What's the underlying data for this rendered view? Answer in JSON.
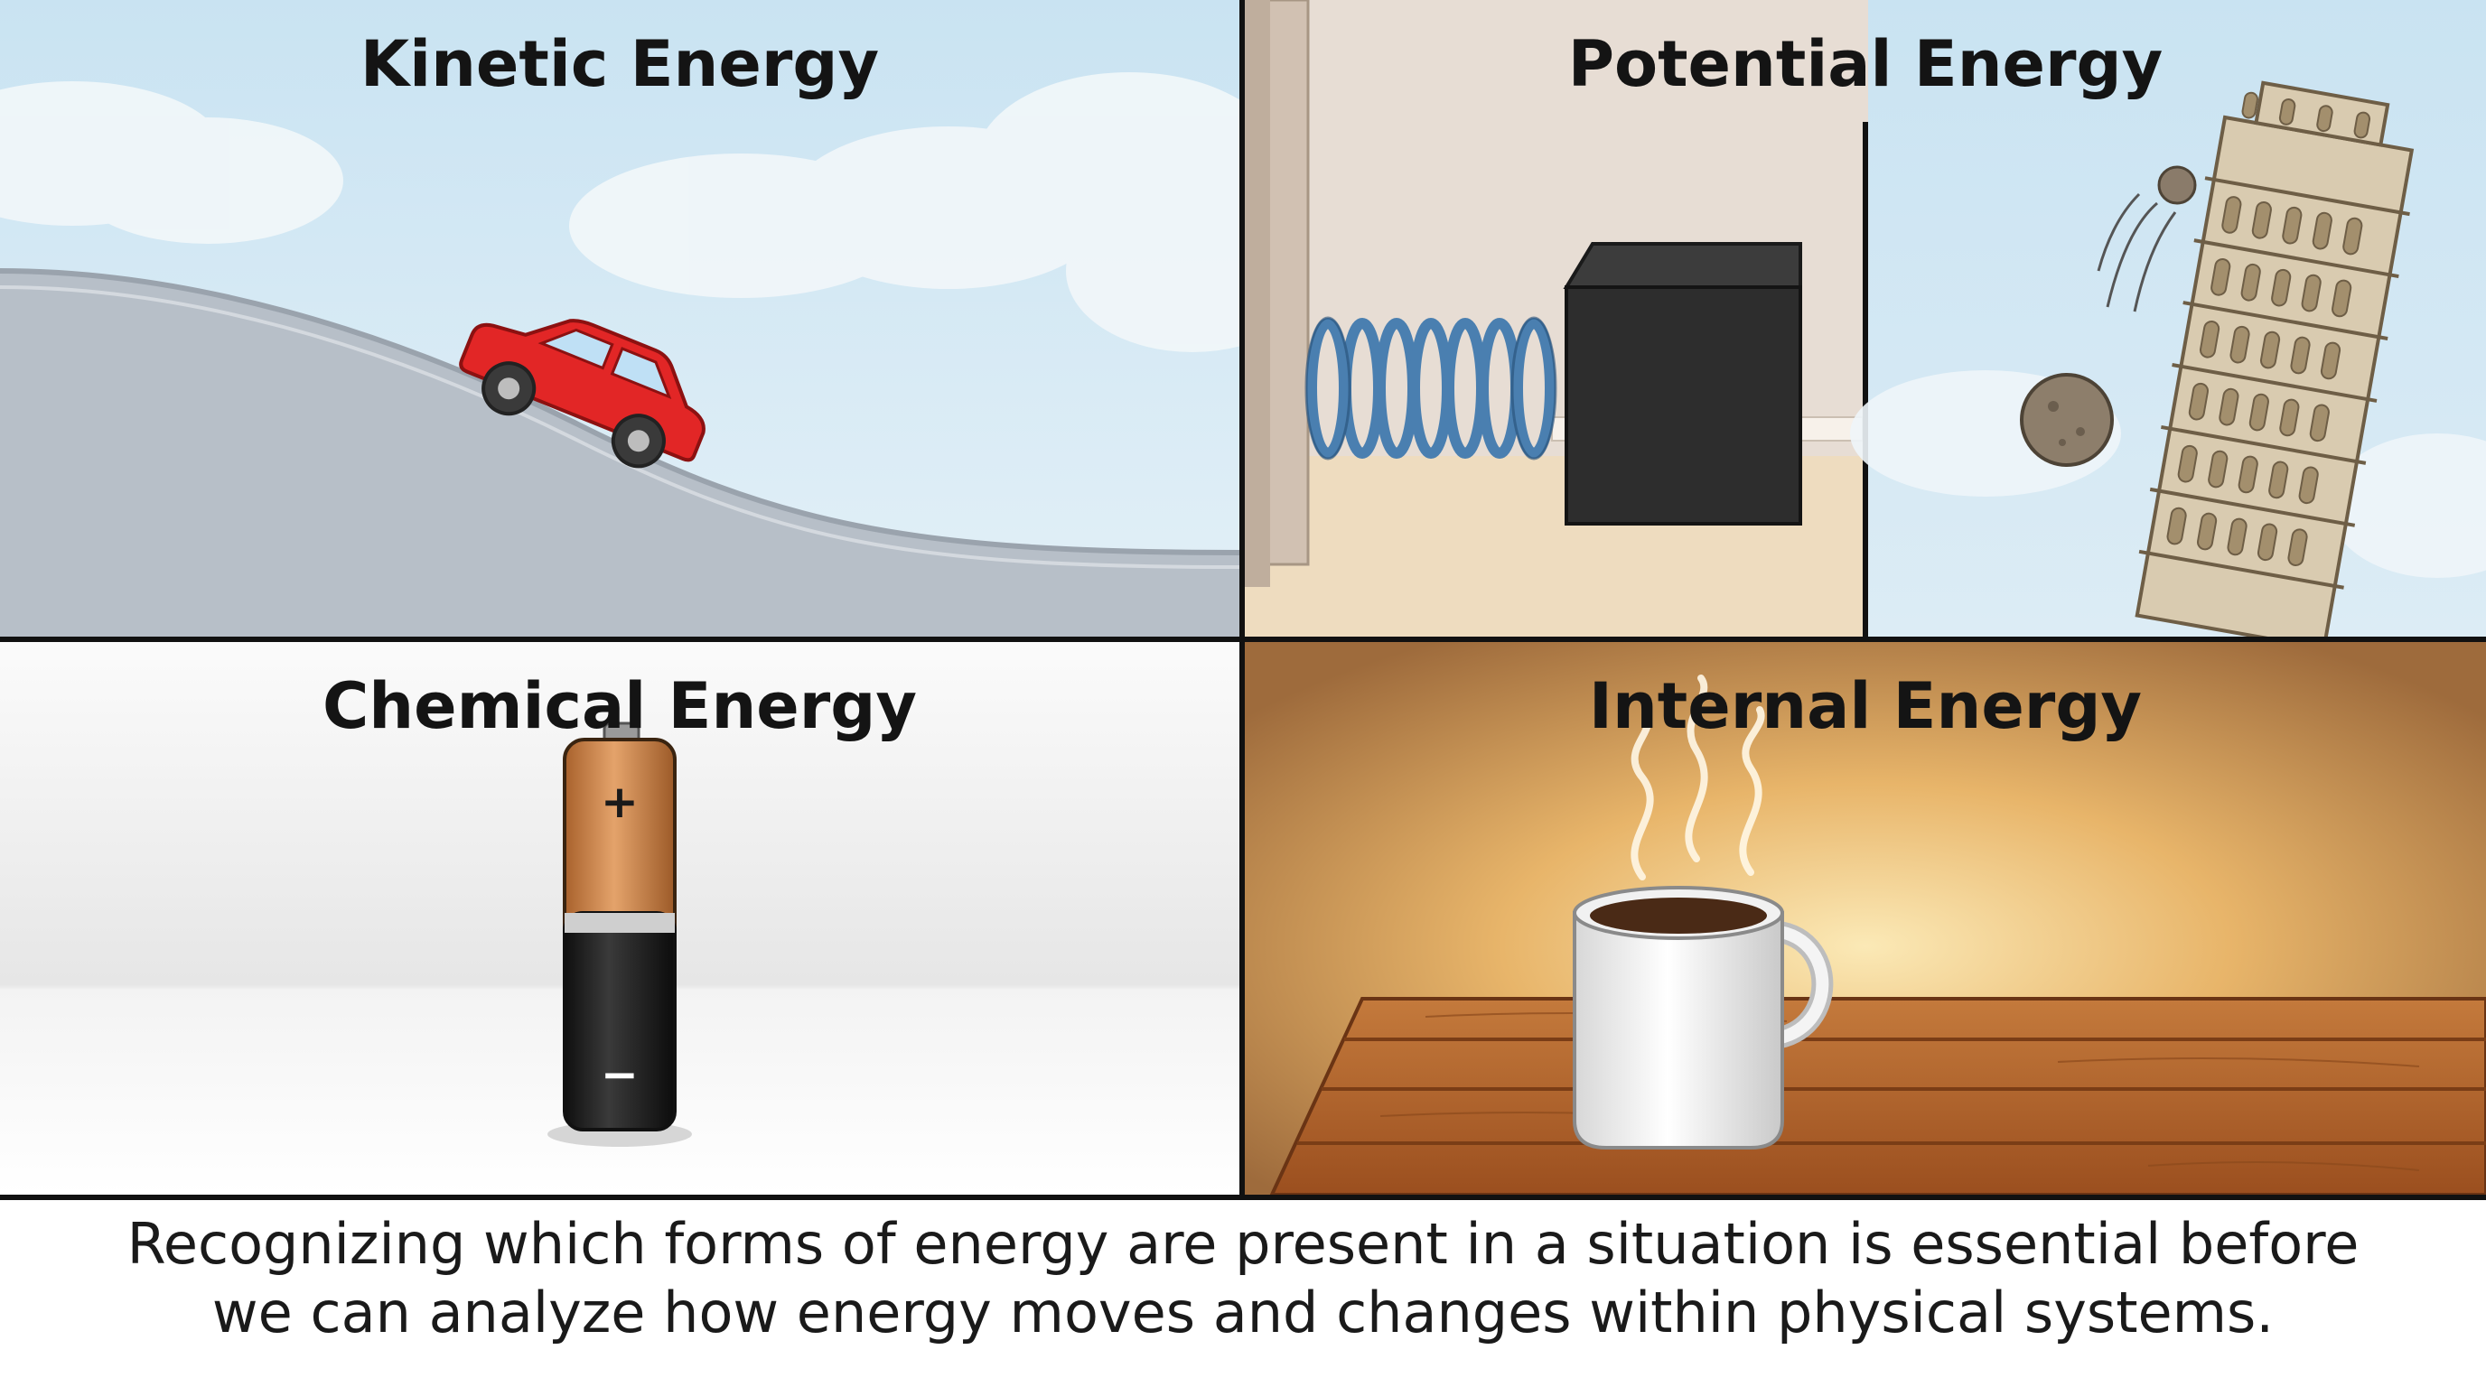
{
  "panels": {
    "kinetic": {
      "title": "Kinetic Energy"
    },
    "potential": {
      "title": "Potential Energy"
    },
    "chemical": {
      "title": "Chemical Energy"
    },
    "internal": {
      "title": "Internal Energy"
    }
  },
  "battery": {
    "positive_symbol": "+",
    "negative_symbol": "−"
  },
  "caption": {
    "line1": "Recognizing which forms of energy are present in a situation is essential before",
    "line2": "we can analyze how energy moves and changes within physical systems."
  },
  "colors": {
    "sky": "#cfe6f3",
    "hill": "#b9c1c9",
    "car": "#e02525",
    "spring": "#4a7fb0",
    "block": "#2e2e2e",
    "tower": "#d8c9ad",
    "battery_copper": "#c8844a",
    "battery_black": "#1c1c1c",
    "warm_glow": "#f1c978",
    "table_wood": "#b5622a"
  },
  "icons": [
    "car-icon",
    "spring-icon",
    "block-icon",
    "tower-icon",
    "rock-icon",
    "battery-icon",
    "mug-icon",
    "steam-icon"
  ]
}
